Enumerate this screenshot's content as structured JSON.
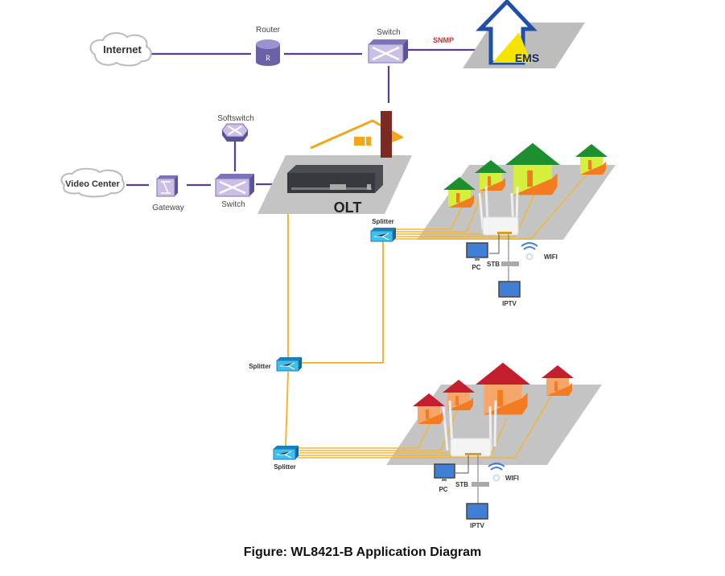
{
  "title": "WL8421-B Application Diagram",
  "caption": "Figure: WL8421-B Application Diagram",
  "nodes": {
    "internet": "Internet",
    "router": "Router",
    "router_glyph": "R",
    "switch_top": "Switch",
    "snmp": "SNMP",
    "ems": "EMS",
    "softswitch": "Softswitch",
    "video_center": "Video Center",
    "gateway": "Gateway",
    "switch_mid": "Switch",
    "olt": "OLT",
    "splitter1": "Splitter",
    "splitter2": "Splitter",
    "splitter3": "Splitter"
  },
  "clients": [
    {
      "pc": "PC",
      "stb": "STB",
      "iptv": "IPTV",
      "wifi": "WIFI"
    },
    {
      "pc": "PC",
      "stb": "STB",
      "iptv": "IPTV",
      "wifi": "WIFI"
    }
  ],
  "colors": {
    "network_link": "#5b3f8c",
    "fiber": "#f2b637",
    "snmp": "#d92a2a",
    "ems_arrow": "#1f4fa8"
  }
}
